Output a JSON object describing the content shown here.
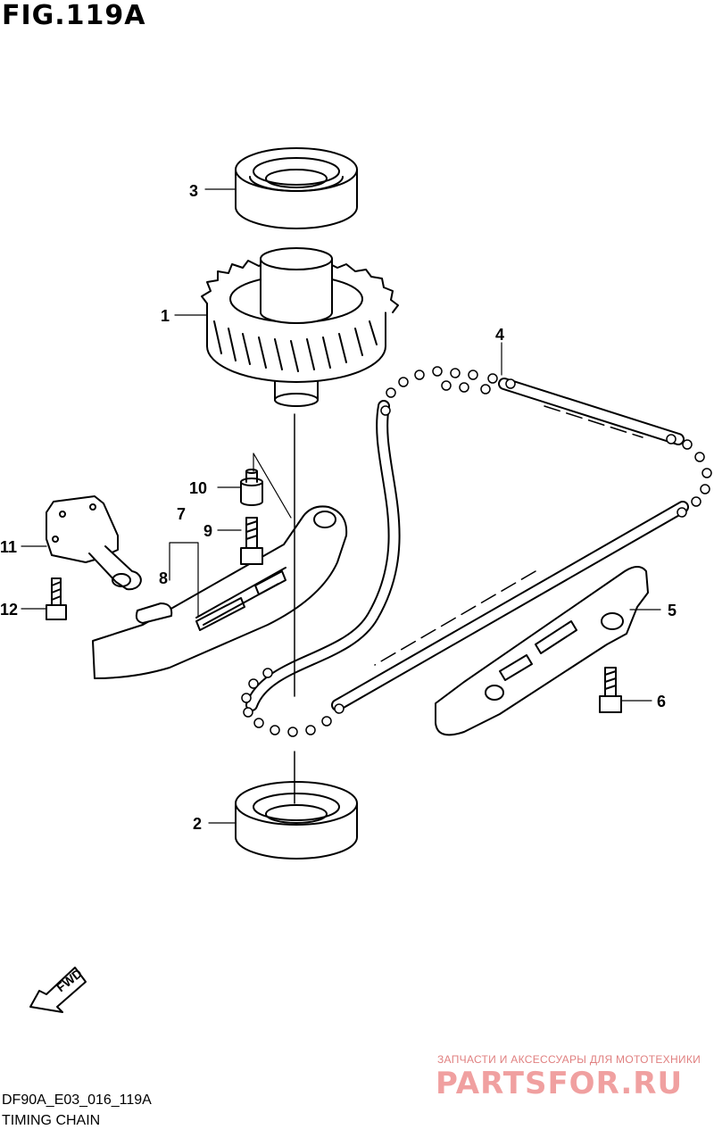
{
  "figure": {
    "title": "FIG.119A",
    "code": "DF90A_E03_016_119A",
    "caption": "TIMING CHAIN"
  },
  "callouts": [
    {
      "id": "1",
      "label": "1"
    },
    {
      "id": "2",
      "label": "2"
    },
    {
      "id": "3",
      "label": "3"
    },
    {
      "id": "4",
      "label": "4"
    },
    {
      "id": "5",
      "label": "5"
    },
    {
      "id": "6",
      "label": "6"
    },
    {
      "id": "7",
      "label": "7"
    },
    {
      "id": "8",
      "label": "8"
    },
    {
      "id": "9",
      "label": "9"
    },
    {
      "id": "10",
      "label": "10"
    },
    {
      "id": "11",
      "label": "11"
    },
    {
      "id": "12",
      "label": "12"
    }
  ],
  "direction_arrow": {
    "label": "FWD"
  },
  "watermark": {
    "tagline": "ЗАПЧАСТИ И АКСЕССУАРЫ ДЛЯ МОТОТЕХНИКИ",
    "logo": "PARTSFOR.RU"
  }
}
